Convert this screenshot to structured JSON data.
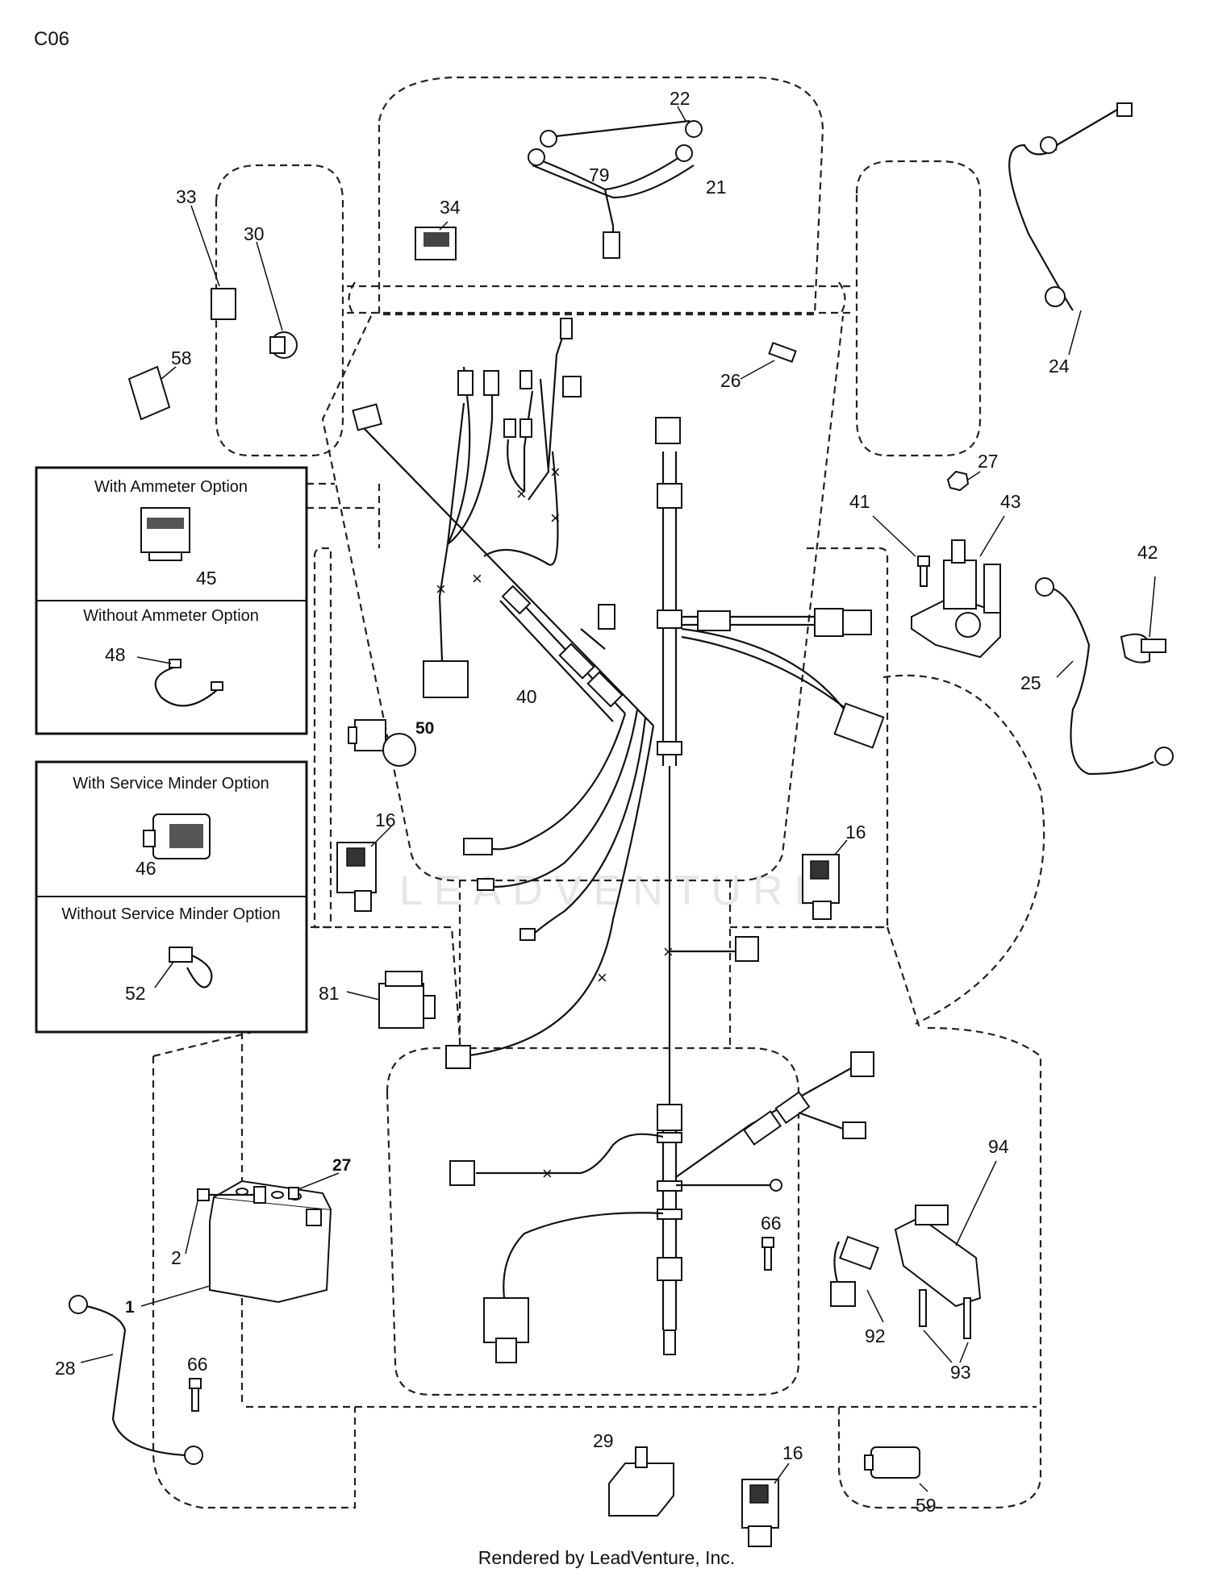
{
  "diagram": {
    "code": "C06",
    "footer": "Rendered by LeadVenture, Inc.",
    "watermark": "LEADVENTURE",
    "options": {
      "ammeter_with": "With Ammeter Option",
      "ammeter_without": "Without Ammeter Option",
      "service_with": "With Service Minder Option",
      "service_without": "Without Service Minder Option"
    },
    "labels": {
      "p22": "22",
      "p79": "79",
      "p21": "21",
      "p34": "34",
      "p33": "33",
      "p30": "30",
      "p58": "58",
      "p26": "26",
      "p24": "24",
      "p27a": "27",
      "p41": "41",
      "p43": "43",
      "p42": "42",
      "p25": "25",
      "p45": "45",
      "p48": "48",
      "p50": "50",
      "p40": "40",
      "p16a": "16",
      "p16b": "16",
      "p46": "46",
      "p52": "52",
      "p81": "81",
      "p27b": "27",
      "p2": "2",
      "p1": "1",
      "p28": "28",
      "p66a": "66",
      "p66b": "66",
      "p94": "94",
      "p92": "92",
      "p93": "93",
      "p29": "29",
      "p16c": "16",
      "p59": "59"
    }
  }
}
